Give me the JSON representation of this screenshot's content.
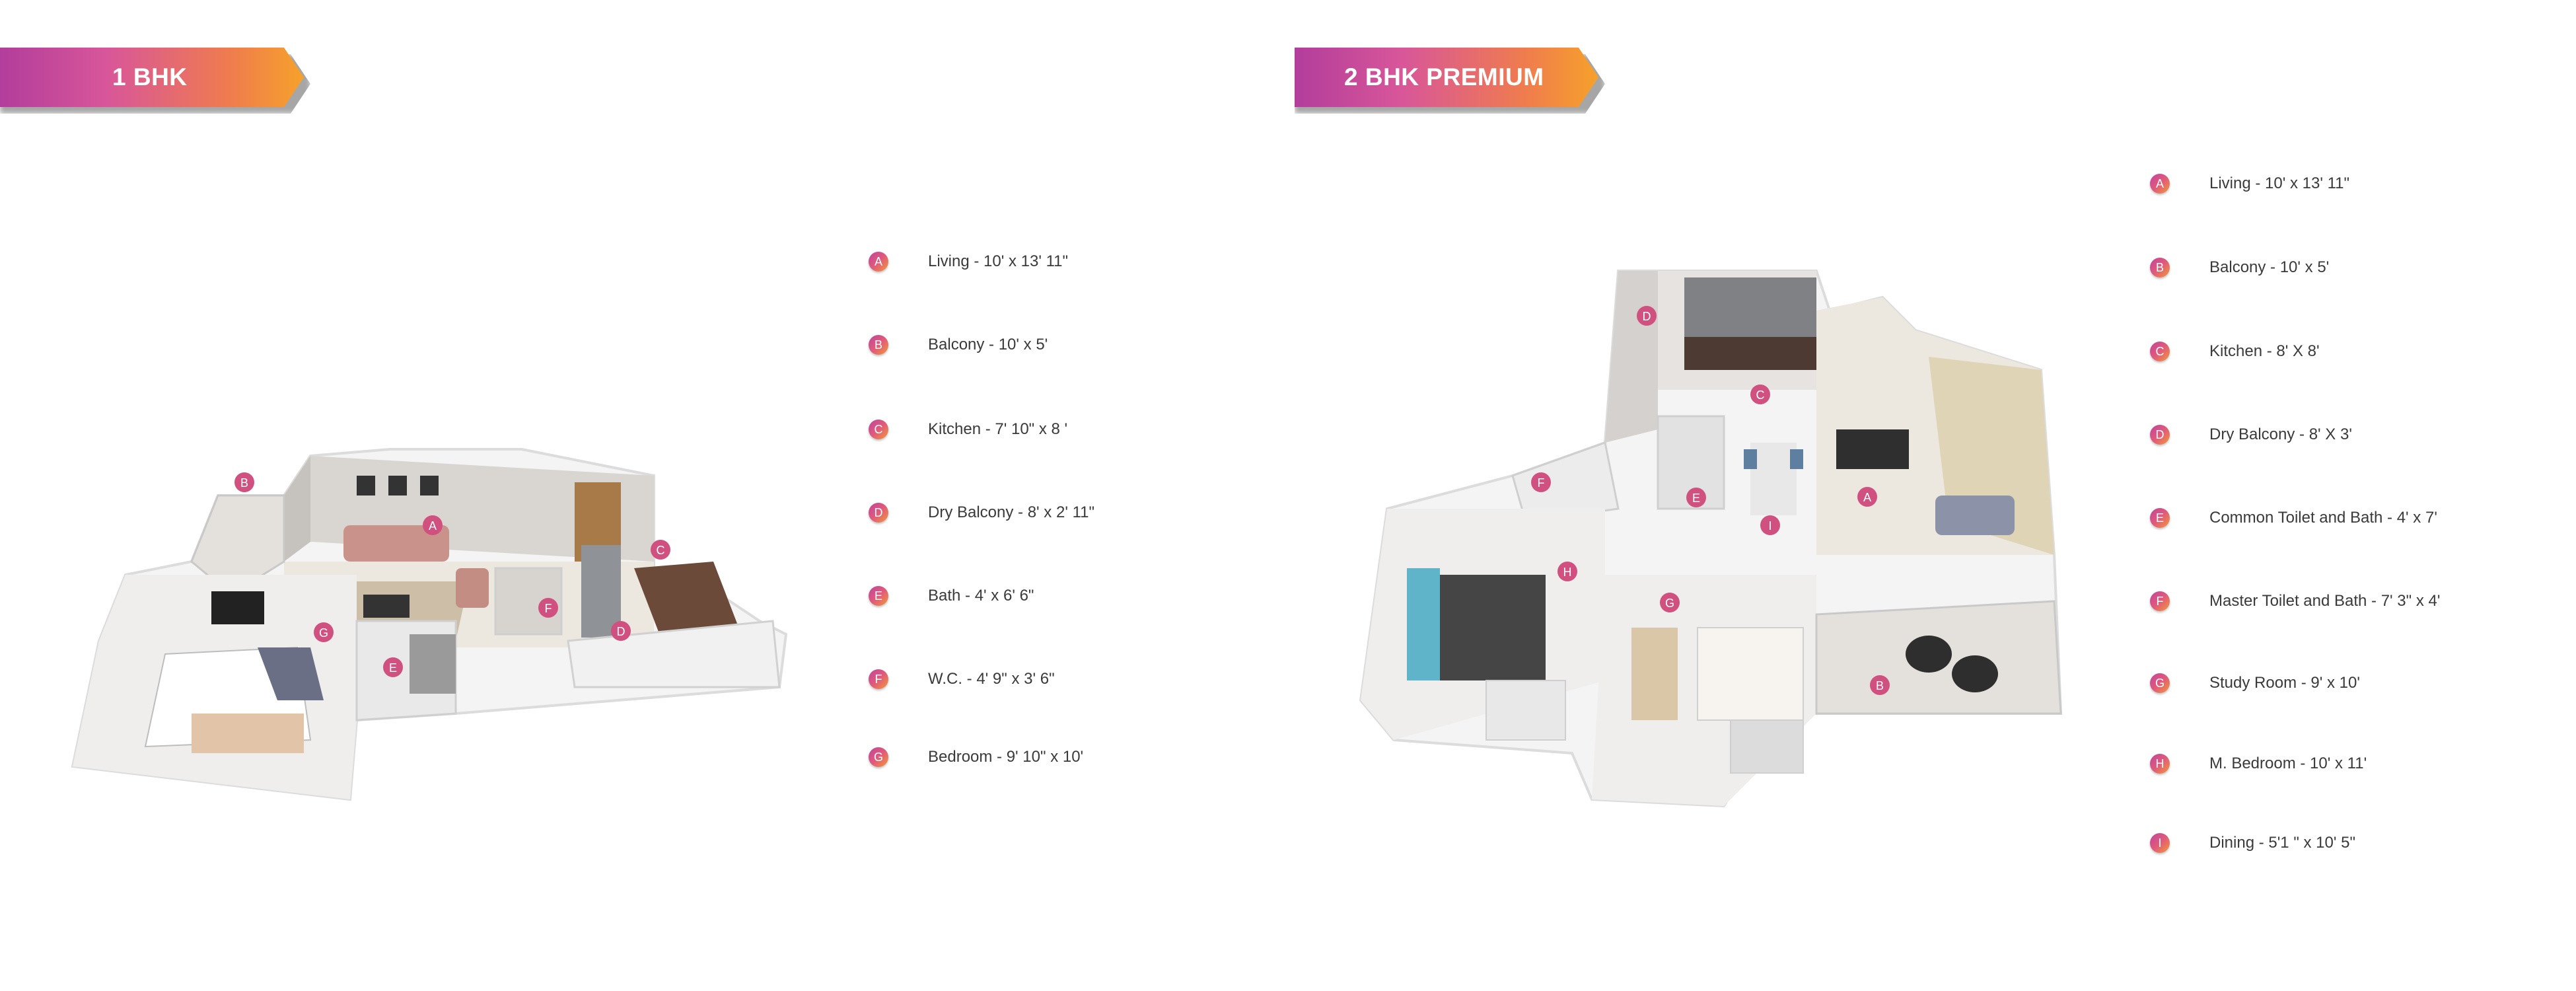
{
  "plans": [
    {
      "title": "1 BHK",
      "legend": [
        {
          "letter": "A",
          "text": "Living - 10' x 13' 11\""
        },
        {
          "letter": "B",
          "text": "Balcony - 10' x 5'"
        },
        {
          "letter": "C",
          "text": "Kitchen - 7' 10\" x 8 '"
        },
        {
          "letter": "D",
          "text": "Dry Balcony - 8' x 2' 11\""
        },
        {
          "letter": "E",
          "text": "Bath - 4' x 6' 6\""
        },
        {
          "letter": "F",
          "text": "W.C. - 4' 9\" x 3' 6\""
        },
        {
          "letter": "G",
          "text": "Bedroom - 9' 10\" x 10'"
        }
      ]
    },
    {
      "title": "2 BHK PREMIUM",
      "legend": [
        {
          "letter": "A",
          "text": "Living - 10' x 13' 11\""
        },
        {
          "letter": "B",
          "text": "Balcony - 10' x 5'"
        },
        {
          "letter": "C",
          "text": "Kitchen - 8' X 8'"
        },
        {
          "letter": "D",
          "text": "Dry Balcony - 8' X 3'"
        },
        {
          "letter": "E",
          "text": "Common Toilet and Bath - 4' x 7'"
        },
        {
          "letter": "F",
          "text": "Master Toilet and Bath - 7' 3\" x 4'"
        },
        {
          "letter": "G",
          "text": "Study Room - 9' x 10'"
        },
        {
          "letter": "H",
          "text": "M. Bedroom - 10' x 11'"
        },
        {
          "letter": "I",
          "text": "Dining - 5'1 \" x 10' 5\""
        }
      ]
    }
  ],
  "colors": {
    "badge_start": "#c0449c",
    "badge_end": "#f39a37",
    "banner_start": "#b23d9b",
    "banner_end": "#f6a12a",
    "wall": "#f2f2f2",
    "floor": "#e9e5de"
  }
}
